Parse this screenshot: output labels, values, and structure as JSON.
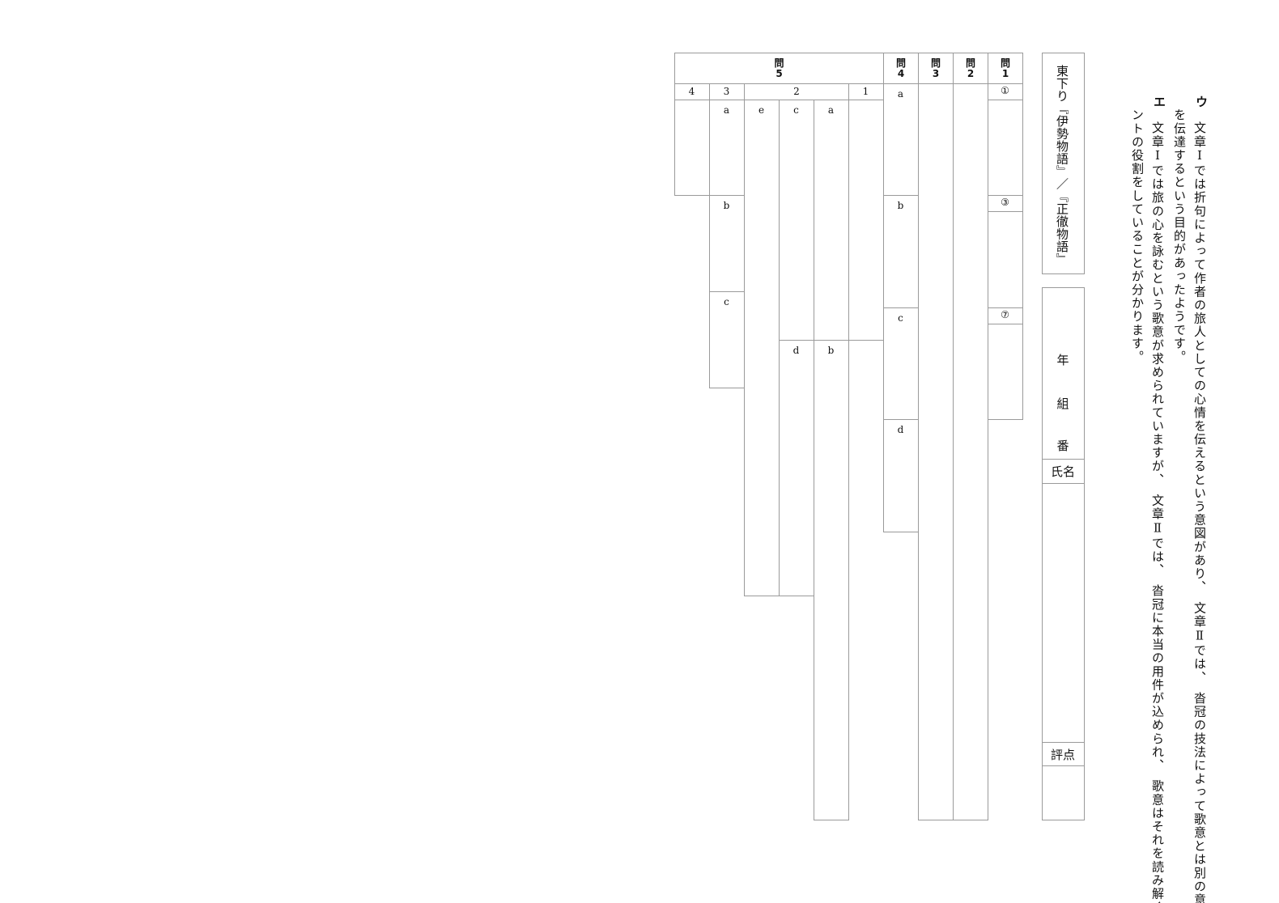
{
  "choices": [
    {
      "mark": "ウ",
      "line1": "文章Ⅰでは折句によって作者の旅人としての心情を伝えるという意図があり、　文章Ⅱでは、　沓冠の技法によって歌意とは別の意味",
      "line2": "を伝達するという目的があったようです。"
    },
    {
      "mark": "エ",
      "line1": "文章Ⅰでは旅の心を詠むという歌意が求められていますが、　文章Ⅱでは、　沓冠に本当の用件が込められ、　歌意はそれを読み解くヒ",
      "line2": "ントの役割をしていることが分かります。"
    }
  ],
  "title_box": "東下り『伊勢物語』／『正徹物語』",
  "name_box": {
    "year": "年",
    "class": "組",
    "number": "番",
    "name_label": "氏名",
    "score_label": "評点"
  },
  "headers": {
    "q1": "問\n1",
    "q2": "問\n2",
    "q3": "問\n3",
    "q4": "問\n4",
    "q5": "問\n5"
  },
  "q5_sub": {
    "s4": "4",
    "s3": "3",
    "s2": "2",
    "s1": "1"
  },
  "labels": {
    "a": "a",
    "b": "b",
    "c": "c",
    "d": "d",
    "e": "e",
    "m1": "①",
    "m3": "③",
    "m7": "⑦"
  }
}
